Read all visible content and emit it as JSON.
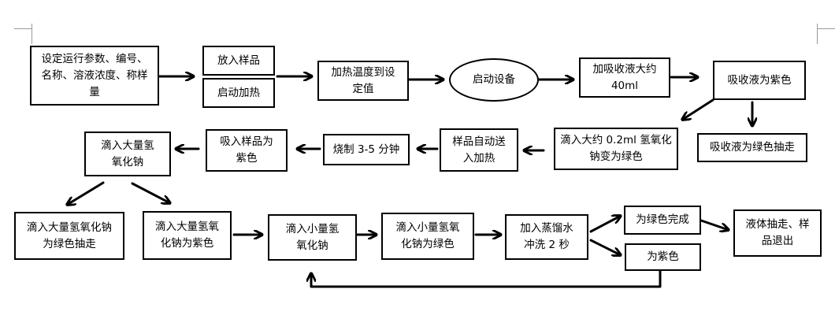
{
  "nodes": {
    "n1": "设定运行参数、编号、\n名称、溶液浓度、称样\n量",
    "n2a": "放入样品",
    "n2b": "启动加热",
    "n3": "加热温度到设\n定值",
    "n4": "启动设备",
    "n5": "加吸收液大约\n40ml",
    "n6": "吸收液为紫色",
    "n7": "吸收液为绿色抽走",
    "n8": "滴入大约 0.2ml 氢氧化\n钠变为绿色",
    "n9": "样品自动送\n入加热",
    "n10": "烧制 3-5 分钟",
    "n11": "吸入样品为\n紫色",
    "n12": "滴入大量氢\n氧化钠",
    "n13": "滴入大量氢氧化钠\n为绿色抽走",
    "n14": "滴入大量氢氧\n化钠为紫色",
    "n15": "滴入小量氢\n氧化钠",
    "n16": "滴入小量氢氧\n化钠为绿色",
    "n17": "加入蒸馏水\n冲洗 2 秒",
    "n18": "为绿色完成",
    "n19": "为紫色",
    "n20": "液体抽走、样\n品退出"
  },
  "colors": {
    "stroke": "#000000",
    "background": "#ffffff"
  }
}
